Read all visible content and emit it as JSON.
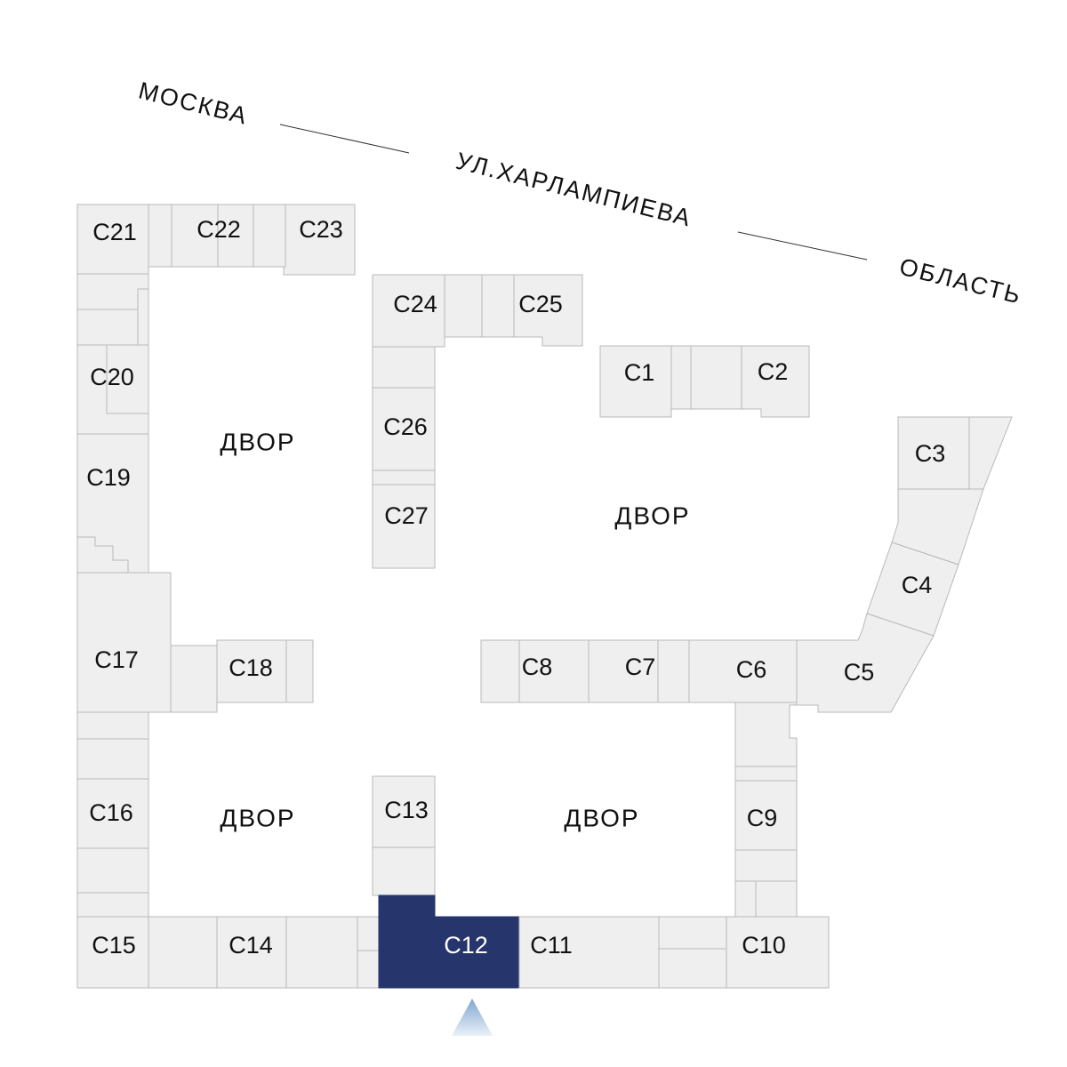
{
  "street": {
    "moscow": "МОСКВА",
    "name": "УЛ.ХАРЛАМПИЕВА",
    "region": "ОБЛАСТЬ"
  },
  "yards": [
    "ДВОР",
    "ДВОР",
    "ДВОР",
    "ДВОР"
  ],
  "units": {
    "c1": "С1",
    "c2": "С2",
    "c3": "С3",
    "c4": "С4",
    "c5": "С5",
    "c6": "С6",
    "c7": "С7",
    "c8": "С8",
    "c9": "С9",
    "c10": "С10",
    "c11": "С11",
    "c12": "С12",
    "c13": "С13",
    "c14": "С14",
    "c15": "С15",
    "c16": "С16",
    "c17": "С17",
    "c18": "С18",
    "c19": "С19",
    "c20": "С20",
    "c21": "С21",
    "c22": "С22",
    "c23": "С23",
    "c24": "С24",
    "c25": "С25",
    "c26": "С26",
    "c27": "С27"
  },
  "selected_unit": "С12",
  "colors": {
    "cell_fill": "#efefef",
    "cell_stroke": "#b9b9b9",
    "selected": "#26356b",
    "entrance_marker": "#8fb3d6"
  },
  "icons": {
    "entrance": "entrance-arrow-icon"
  }
}
